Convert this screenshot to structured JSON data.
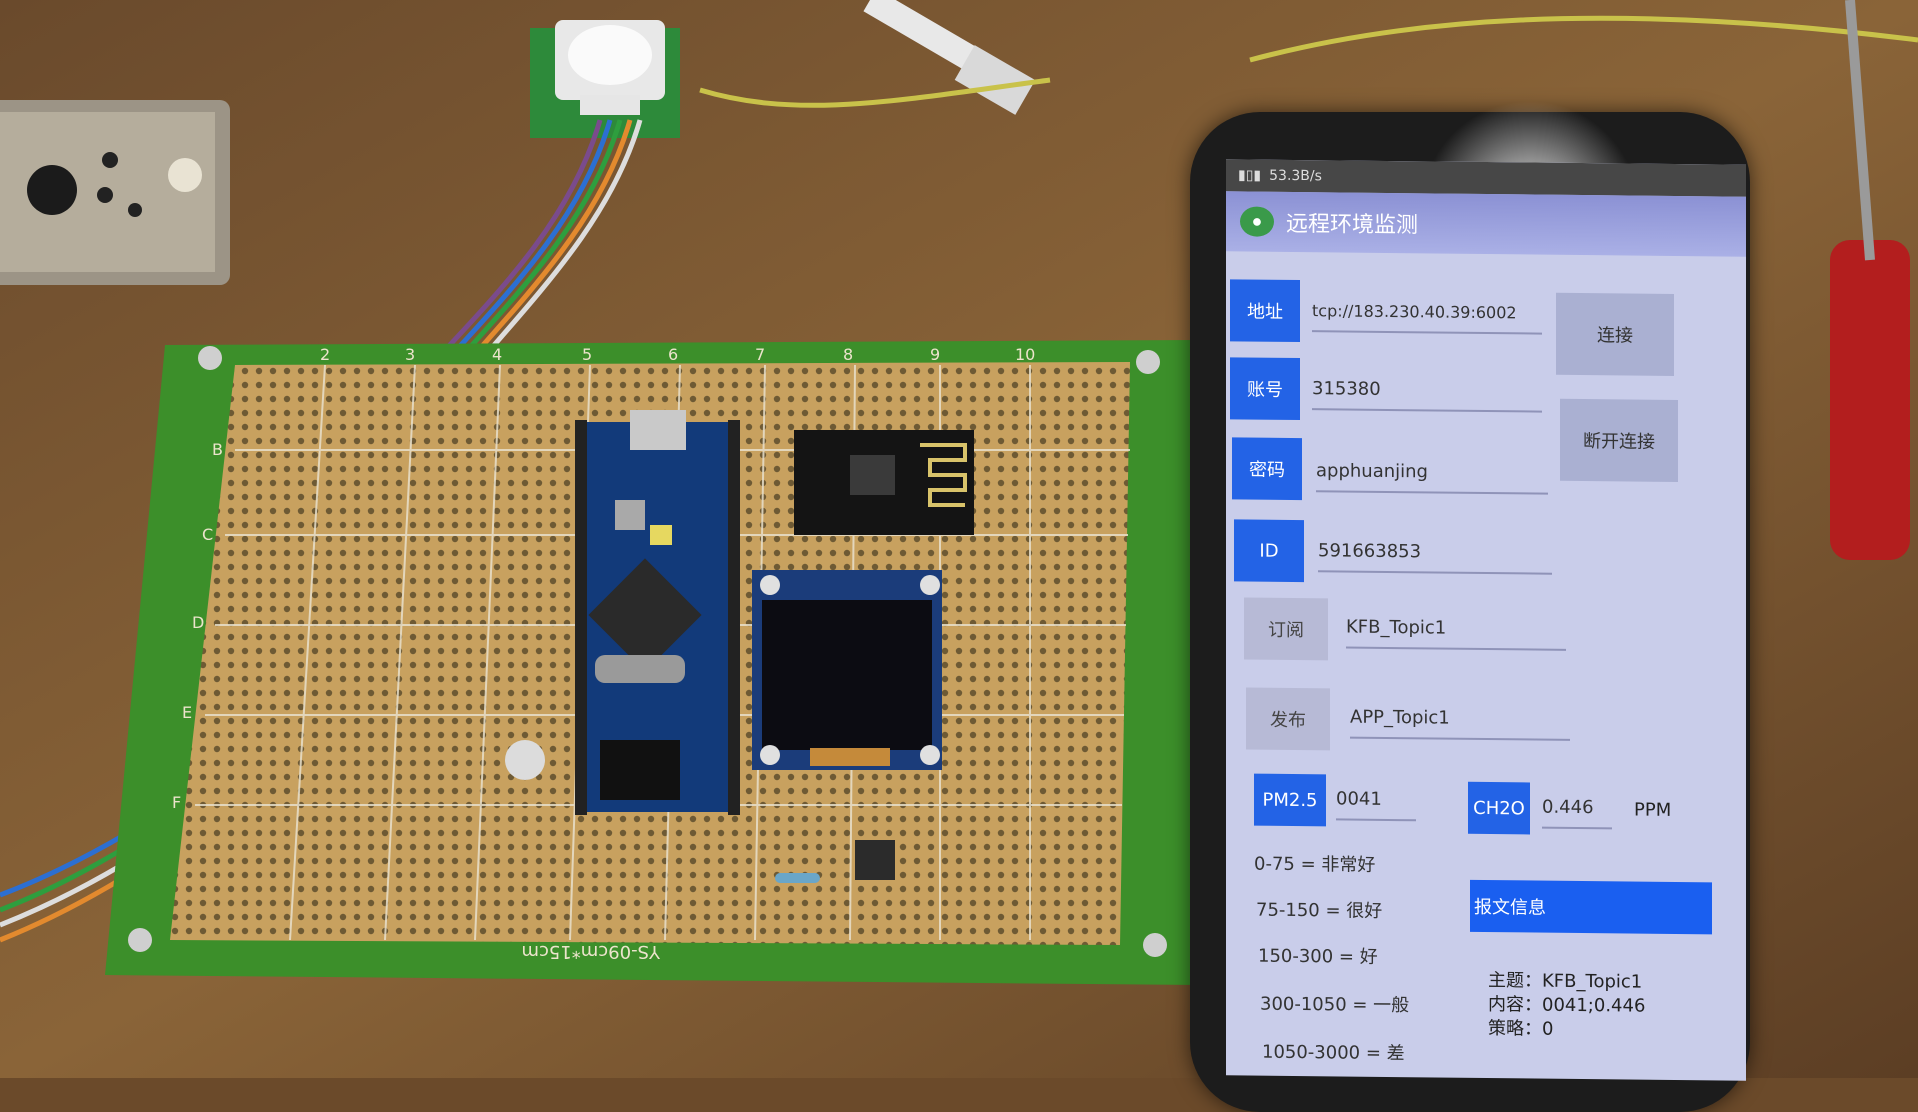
{
  "phone_app": {
    "status": "53.3B/s",
    "title": "远程环境监测",
    "address_label": "地址",
    "address_value": "tcp://183.230.40.39:6002",
    "account_label": "账号",
    "account_value": "315380",
    "password_label": "密码",
    "password_value": "apphuanjing",
    "id_label": "ID",
    "id_value": "591663853",
    "subscribe_label": "订阅",
    "subscribe_value": "KFB_Topic1",
    "publish_label": "发布",
    "publish_value": "APP_Topic1",
    "connect_button": "连接",
    "disconnect_button": "断开连接",
    "pm25_label": "PM2.5",
    "pm25_value": "0041",
    "ch2o_label": "CH2O",
    "ch2o_value": "0.446",
    "ch2o_unit": "PPM",
    "scale": [
      "0-75 = 非常好",
      "75-150 = 很好",
      "150-300 = 好",
      "300-1050 = 一般",
      "1050-3000 = 差"
    ],
    "message_header": "报文信息",
    "message_topic": "主题：KFB_Topic1",
    "message_content": "内容：0041;0.446",
    "message_policy": "策略：0"
  },
  "board": {
    "silkscreen": "YS-09cm*15cm",
    "top_numbers": [
      "2",
      "3",
      "4",
      "5",
      "6",
      "7",
      "8",
      "9",
      "10"
    ],
    "side_letters": [
      "B",
      "C",
      "D",
      "E",
      "F"
    ]
  },
  "colors": {
    "pcb_green": "#3c8f2a",
    "desk": "#7a5632",
    "accent_blue": "#2363e6"
  }
}
